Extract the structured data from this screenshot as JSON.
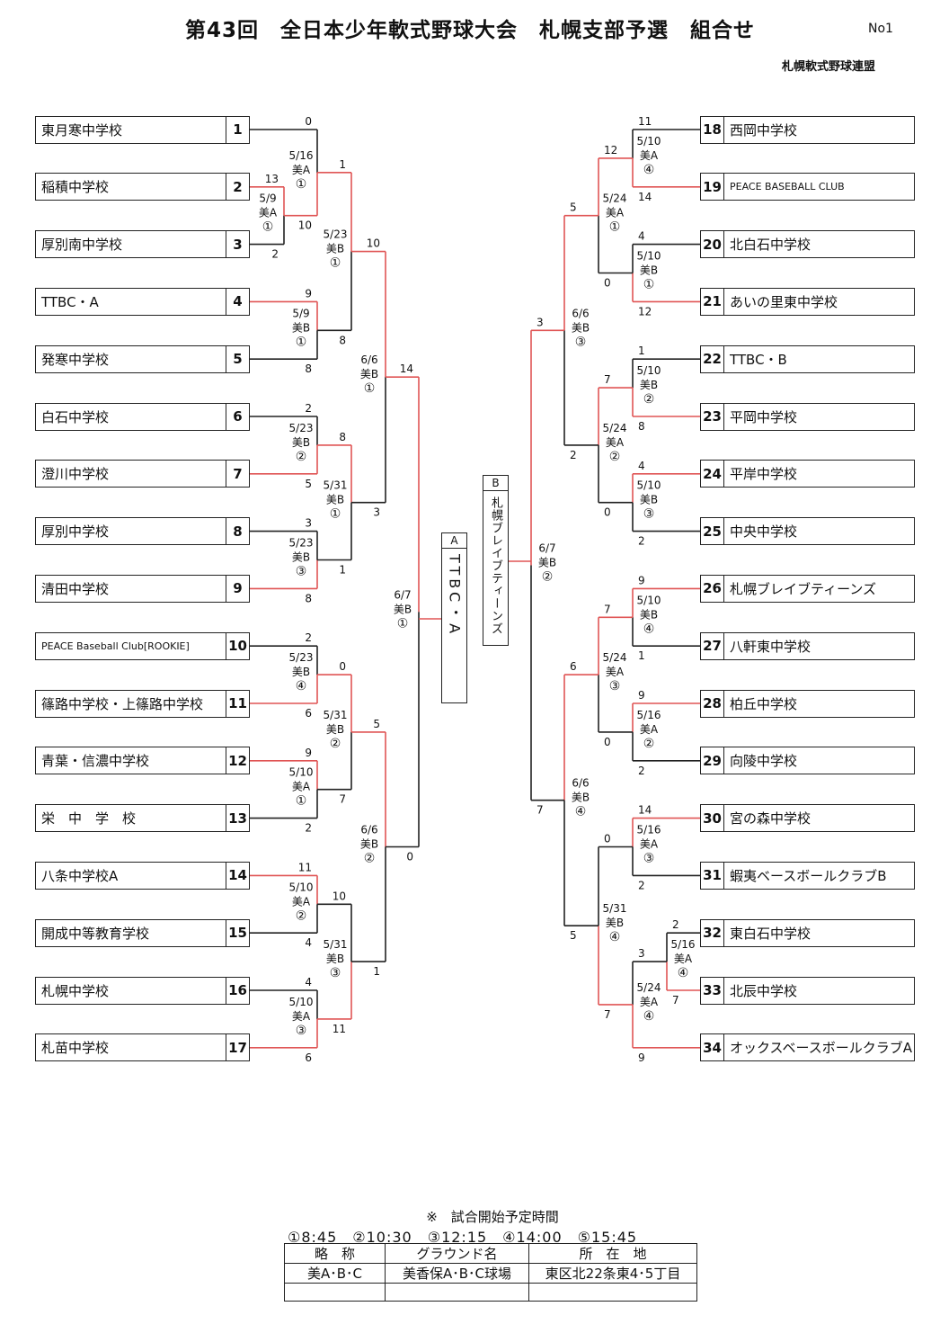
{
  "header": {
    "title": "第43回　全日本少年軟式野球大会　札幌支部予選　組合せ",
    "page_no": "No1",
    "organizer": "札幌軟式野球連盟"
  },
  "teams_left": [
    {
      "no": "1",
      "name": "東月寒中学校"
    },
    {
      "no": "2",
      "name": "稲積中学校"
    },
    {
      "no": "3",
      "name": "厚別南中学校"
    },
    {
      "no": "4",
      "name": "TTBC・A"
    },
    {
      "no": "5",
      "name": "発寒中学校"
    },
    {
      "no": "6",
      "name": "白石中学校"
    },
    {
      "no": "7",
      "name": "澄川中学校"
    },
    {
      "no": "8",
      "name": "厚別中学校"
    },
    {
      "no": "9",
      "name": "清田中学校"
    },
    {
      "no": "10",
      "name": "PEACE Baseball Club[ROOKIE]"
    },
    {
      "no": "11",
      "name": "篠路中学校・上篠路中学校"
    },
    {
      "no": "12",
      "name": "青葉・信濃中学校"
    },
    {
      "no": "13",
      "name": "栄　中　学　校"
    },
    {
      "no": "14",
      "name": "八条中学校A"
    },
    {
      "no": "15",
      "name": "開成中等教育学校"
    },
    {
      "no": "16",
      "name": "札幌中学校"
    },
    {
      "no": "17",
      "name": "札苗中学校"
    }
  ],
  "teams_right": [
    {
      "no": "18",
      "name": "西岡中学校"
    },
    {
      "no": "19",
      "name": "PEACE BASEBALL CLUB"
    },
    {
      "no": "20",
      "name": "北白石中学校"
    },
    {
      "no": "21",
      "name": "あいの里東中学校"
    },
    {
      "no": "22",
      "name": "TTBC・B"
    },
    {
      "no": "23",
      "name": "平岡中学校"
    },
    {
      "no": "24",
      "name": "平岸中学校"
    },
    {
      "no": "25",
      "name": "中央中学校"
    },
    {
      "no": "26",
      "name": "札幌ブレイブティーンズ"
    },
    {
      "no": "27",
      "name": "八軒東中学校"
    },
    {
      "no": "28",
      "name": "柏丘中学校"
    },
    {
      "no": "29",
      "name": "向陵中学校"
    },
    {
      "no": "30",
      "name": "宮の森中学校"
    },
    {
      "no": "31",
      "name": "蝦夷ベースボールクラブB"
    },
    {
      "no": "32",
      "name": "東白石中学校"
    },
    {
      "no": "33",
      "name": "北辰中学校"
    },
    {
      "no": "34",
      "name": "オックスベースボールクラブA"
    }
  ],
  "winners": {
    "a": {
      "label": "A",
      "name": "TTBC・A"
    },
    "b": {
      "label": "B",
      "name": "札幌ブレイブティーンズ"
    }
  },
  "matches_left": [
    {
      "id": "L1",
      "date": "5/9",
      "venue": "美A",
      "slot": "①",
      "s1": "13",
      "s2": "2",
      "win": "a"
    },
    {
      "id": "L2",
      "date": "5/16",
      "venue": "美A",
      "slot": "①",
      "s1": "0",
      "s2": "10",
      "win": "b"
    },
    {
      "id": "L3",
      "date": "5/9",
      "venue": "美B",
      "slot": "①",
      "s1": "9",
      "s2": "8",
      "win": "a"
    },
    {
      "id": "L4",
      "date": "5/23",
      "venue": "美B",
      "slot": "②",
      "s1": "2",
      "s2": "5",
      "win": "b"
    },
    {
      "id": "L5",
      "date": "5/23",
      "venue": "美B",
      "slot": "③",
      "s1": "3",
      "s2": "8",
      "win": "b"
    },
    {
      "id": "L6",
      "date": "5/23",
      "venue": "美B",
      "slot": "④",
      "s1": "2",
      "s2": "6",
      "win": "b"
    },
    {
      "id": "L7",
      "date": "5/10",
      "venue": "美A",
      "slot": "①",
      "s1": "9",
      "s2": "2",
      "win": "a"
    },
    {
      "id": "L8",
      "date": "5/10",
      "venue": "美A",
      "slot": "②",
      "s1": "11",
      "s2": "4",
      "win": "a"
    },
    {
      "id": "L9",
      "date": "5/10",
      "venue": "美A",
      "slot": "③",
      "s1": "4",
      "s2": "6",
      "win": "b"
    },
    {
      "id": "L10",
      "date": "5/23",
      "venue": "美B",
      "slot": "①",
      "s1": "1",
      "s2": "8",
      "win": "a"
    },
    {
      "id": "L11",
      "date": "5/31",
      "venue": "美B",
      "slot": "①",
      "s1": "8",
      "s2": "1",
      "win": "a"
    },
    {
      "id": "L12",
      "date": "5/31",
      "venue": "美B",
      "slot": "②",
      "s1": "0",
      "s2": "7",
      "win": "a"
    },
    {
      "id": "L13",
      "date": "5/31",
      "venue": "美B",
      "slot": "③",
      "s1": "10",
      "s2": "11",
      "win": "b"
    },
    {
      "id": "L14",
      "date": "6/6",
      "venue": "美B",
      "slot": "①",
      "s1": "10",
      "s2": "3",
      "win": "a"
    },
    {
      "id": "L15",
      "date": "6/6",
      "venue": "美B",
      "slot": "②",
      "s1": "5",
      "s2": "1",
      "win": "a"
    },
    {
      "id": "L16",
      "date": "6/7",
      "venue": "美B",
      "slot": "①",
      "s1": "14",
      "s2": "0",
      "win": "a"
    }
  ],
  "matches_right": [
    {
      "id": "R1",
      "date": "5/10",
      "venue": "美A",
      "slot": "④",
      "s1": "11",
      "s2": "14",
      "win": "b"
    },
    {
      "id": "R2",
      "date": "5/10",
      "venue": "美B",
      "slot": "①",
      "s1": "4",
      "s2": "12",
      "win": "b"
    },
    {
      "id": "R3",
      "date": "5/10",
      "venue": "美B",
      "slot": "②",
      "s1": "1",
      "s2": "8",
      "win": "b"
    },
    {
      "id": "R4",
      "date": "5/10",
      "venue": "美B",
      "slot": "③",
      "s1": "4",
      "s2": "2",
      "win": "a"
    },
    {
      "id": "R5",
      "date": "5/10",
      "venue": "美B",
      "slot": "④",
      "s1": "9",
      "s2": "1",
      "win": "a"
    },
    {
      "id": "R6",
      "date": "5/16",
      "venue": "美A",
      "slot": "②",
      "s1": "9",
      "s2": "2",
      "win": "a"
    },
    {
      "id": "R7",
      "date": "5/16",
      "venue": "美A",
      "slot": "③",
      "s1": "14",
      "s2": "2",
      "win": "a"
    },
    {
      "id": "R8",
      "date": "5/16",
      "venue": "美A",
      "slot": "④",
      "s1": "2",
      "s2": "7",
      "win": "b"
    },
    {
      "id": "R9",
      "date": "5/24",
      "venue": "美A",
      "slot": "④",
      "s1": "3",
      "s2": "9",
      "win": "b"
    },
    {
      "id": "R10",
      "date": "5/24",
      "venue": "美A",
      "slot": "①",
      "s1": "12",
      "s2": "0",
      "win": "a"
    },
    {
      "id": "R11",
      "date": "5/24",
      "venue": "美A",
      "slot": "②",
      "s1": "7",
      "s2": "0",
      "win": "a"
    },
    {
      "id": "R12",
      "date": "5/24",
      "venue": "美A",
      "slot": "③",
      "s1": "7",
      "s2": "0",
      "win": "a"
    },
    {
      "id": "R13",
      "date": "5/31",
      "venue": "美B",
      "slot": "④",
      "s1": "0",
      "s2": "7",
      "win": "b"
    },
    {
      "id": "R14",
      "date": "6/6",
      "venue": "美B",
      "slot": "③",
      "s1": "5",
      "s2": "2",
      "win": "a"
    },
    {
      "id": "R15",
      "date": "6/6",
      "venue": "美B",
      "slot": "④",
      "s1": "6",
      "s2": "5",
      "win": "a"
    },
    {
      "id": "R16",
      "date": "6/7",
      "venue": "美B",
      "slot": "②",
      "s1": "3",
      "s2": "7",
      "win": "a"
    }
  ],
  "schedule": {
    "note": "※　試合開始予定時間",
    "times": "①8:45　②10:30　③12:15　④14:00　⑤15:45",
    "headers": [
      "略　称",
      "グラウンド名",
      "所　在　地"
    ],
    "rows": [
      [
        "美A･B･C",
        "美香保A･B･C球場",
        "東区北22条東4･5丁目"
      ],
      [
        "",
        "",
        ""
      ]
    ]
  },
  "colors": {
    "line": "#222222",
    "win": "#e05555"
  }
}
